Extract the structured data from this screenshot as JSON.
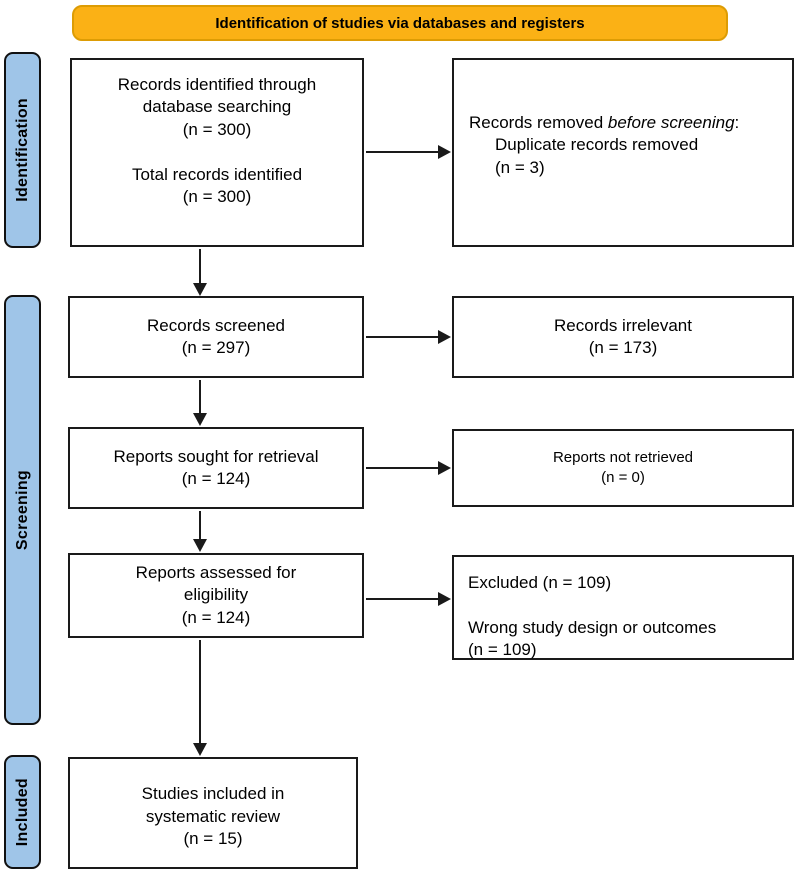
{
  "banner": {
    "label": "Identification of studies via databases and registers"
  },
  "sidebar": {
    "identification": "Identification",
    "screening": "Screening",
    "included": "Included"
  },
  "boxes": {
    "identified": {
      "lines": [
        "Records identified through",
        "database searching",
        "(n = 300)",
        "",
        "Total records identified",
        "(n = 300)"
      ]
    },
    "removed": {
      "line1_prefix": "Records removed ",
      "line1_italic": "before screening",
      "line1_suffix": ":",
      "line2": "Duplicate records removed",
      "line3": "(n = 3)"
    },
    "screened": {
      "lines": [
        "Records screened",
        "(n = 297)"
      ]
    },
    "irrelevant": {
      "lines": [
        "Records irrelevant",
        "(n = 173)"
      ]
    },
    "sought": {
      "lines": [
        "Reports sought for retrieval",
        "(n = 124)"
      ]
    },
    "not_retrieved": {
      "lines": [
        "Reports not retrieved",
        "(n = 0)"
      ]
    },
    "assessed": {
      "lines": [
        "Reports assessed for",
        "eligibility",
        "(n = 124)"
      ]
    },
    "excluded": {
      "lines": [
        "Excluded (n = 109)",
        "",
        "Wrong study design or outcomes",
        "(n = 109)"
      ]
    },
    "included": {
      "lines": [
        "Studies included in",
        "systematic review",
        "(n = 15)"
      ]
    }
  },
  "colors": {
    "banner_fill": "#FBB115",
    "banner_border": "#DD9C04",
    "sidebar_fill": "#9FC5E8",
    "box_border": "#1A1A1A"
  }
}
